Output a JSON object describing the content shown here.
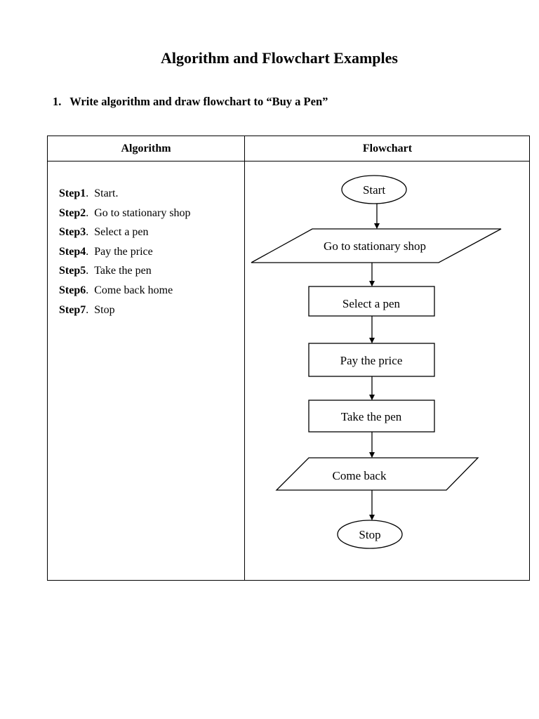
{
  "document": {
    "title": "Algorithm and Flowchart Examples",
    "question": {
      "number": "1.",
      "text": "Write algorithm and draw flowchart to “Buy a Pen”"
    }
  },
  "table": {
    "headers": {
      "algorithm": "Algorithm",
      "flowchart": "Flowchart"
    },
    "steps": [
      {
        "label": "Step1",
        "text": "Start."
      },
      {
        "label": "Step2",
        "text": "Go to stationary shop"
      },
      {
        "label": "Step3",
        "text": "Select a pen"
      },
      {
        "label": "Step4",
        "text": "Pay the price"
      },
      {
        "label": "Step5",
        "text": "Take the pen"
      },
      {
        "label": "Step6",
        "text": "Come back home"
      },
      {
        "label": "Step7",
        "text": "Stop"
      }
    ]
  },
  "flowchart": {
    "nodes": [
      {
        "shape": "terminal",
        "label": "Start"
      },
      {
        "shape": "parallelogram",
        "label": "Go to stationary shop"
      },
      {
        "shape": "process",
        "label": "Select a pen"
      },
      {
        "shape": "process",
        "label": "Pay the price"
      },
      {
        "shape": "process",
        "label": "Take the pen"
      },
      {
        "shape": "parallelogram",
        "label": "Come back"
      },
      {
        "shape": "terminal",
        "label": "Stop"
      }
    ]
  }
}
